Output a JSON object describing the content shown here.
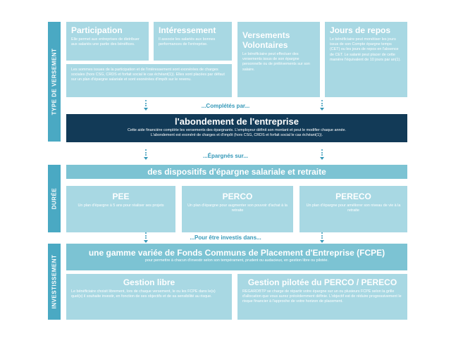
{
  "sidebar": {
    "type_versement": "TYPE DE VERSEMENT",
    "duree": "DURÉE",
    "investissement": "INVESTISSEMENT"
  },
  "participation": {
    "title": "Participation",
    "text": "Elle permet aux entreprises de distribuer aux salariés une partie des bénéfices."
  },
  "interessement": {
    "title": "Intéressement",
    "text": "Il associe les salariés aux bonnes performances de l'entreprise."
  },
  "participation_detail": {
    "text": "Les sommes issues de la participation et de l'intéressement sont exonérées de charges sociales (hors CSG, CRDS et forfait social le cas échéant(1)). Elles sont placées par défaut sur un plan d'épargne salariale et sont exonérées d'impôt sur le revenu."
  },
  "versements": {
    "title": "Versements Volontaires",
    "text": "Le bénéficiaire peut effectuer des versements issus de son épargne personnelle ou de prélèvements sur son salaire."
  },
  "jours": {
    "title": "Jours de repos",
    "text": "Le bénéficiaire peut monétiser les jours issus de son Compte épargne temps (CET) ou les jours de repos en l'absence de CET. Le salarié peut placer de cette manière l'équivalent de 10 jours par an(1)."
  },
  "connectors": {
    "completes": "...Complétés par...",
    "epargnes": "...Épargnés sur...",
    "investis": "...Pour être investis dans..."
  },
  "abondement": {
    "title": "l'abondement de l'entreprise",
    "line1": "Cette aide financière complète les versements des épargnants. L'employeur définit son montant et peut le modifier chaque année.",
    "line2": "L'abondement est exonéré de charges et d'impôt (hors CSG, CRDS et forfait social le cas échéant(1))."
  },
  "dispositifs": {
    "title": "des dispositifs d'épargne salariale et retraite"
  },
  "pee": {
    "title": "PEE",
    "text": "Un plan d'épargne à 5 ans pour réaliser ses projets"
  },
  "perco": {
    "title": "PERCO",
    "text": "Un plan d'épargne pour augmenter son pouvoir d'achat à la retraite"
  },
  "pereco": {
    "title": "PERECO",
    "text": "Un plan d'épargne pour améliorer son niveau de vie à la retraite"
  },
  "fcpe": {
    "title": "une gamme variée de Fonds Communs de Placement d'Entreprise (FCPE)",
    "text": "pour permettre à chacun d'investir selon son tempérament, prudent ou audacieux, en gestion libre ou pilotée."
  },
  "gestion_libre": {
    "title": "Gestion libre",
    "text": "Le bénéficiaire choisit librement, lors de chaque versement, le ou les FCPE dans le(s) quel(s) il souhaite investir, en fonction de ses objectifs et de sa sensibilité au risque."
  },
  "gestion_pilotee": {
    "title": "Gestion pilotée du PERCO / PERECO",
    "text": "REGARDBTP se charge de répartir votre épargne sur un ou plusieurs FCPE selon la grille d'allocation que vous aurez précédemment définie. L'objectif est de réduire progressivement le risque financier à l'approche de votre horizon de placement."
  },
  "colors": {
    "light": "#a8d8e3",
    "medium": "#7cc3d3",
    "navy": "#123a57",
    "accent": "#3498b8",
    "sidebar": "#4aa9c3"
  }
}
